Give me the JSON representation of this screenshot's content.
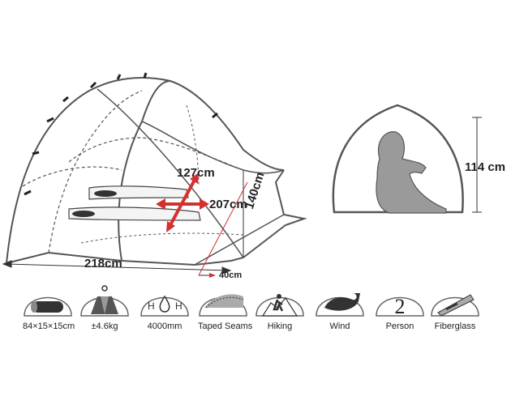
{
  "dimensions": {
    "width": "127cm",
    "length": "207cm",
    "height": "140cm",
    "base_length": "218cm",
    "vestibule": "40cm",
    "side_height": "114 cm"
  },
  "features": [
    {
      "icon": "bag-icon",
      "label": "84×15×15cm"
    },
    {
      "icon": "weight-icon",
      "label": "±4.6kg"
    },
    {
      "icon": "waterproof-icon",
      "label": "4000mm"
    },
    {
      "icon": "taped-seams-icon",
      "label": "Taped Seams"
    },
    {
      "icon": "hiking-icon",
      "label": "Hiking"
    },
    {
      "icon": "wind-icon",
      "label": "Wind"
    },
    {
      "icon": "person-icon",
      "label": "Person",
      "value": "2"
    },
    {
      "icon": "fiberglass-icon",
      "label": "Fiberglass"
    }
  ],
  "colors": {
    "arrow": "#d43030",
    "silhouette": "#9a9a9a",
    "line": "#444444"
  }
}
